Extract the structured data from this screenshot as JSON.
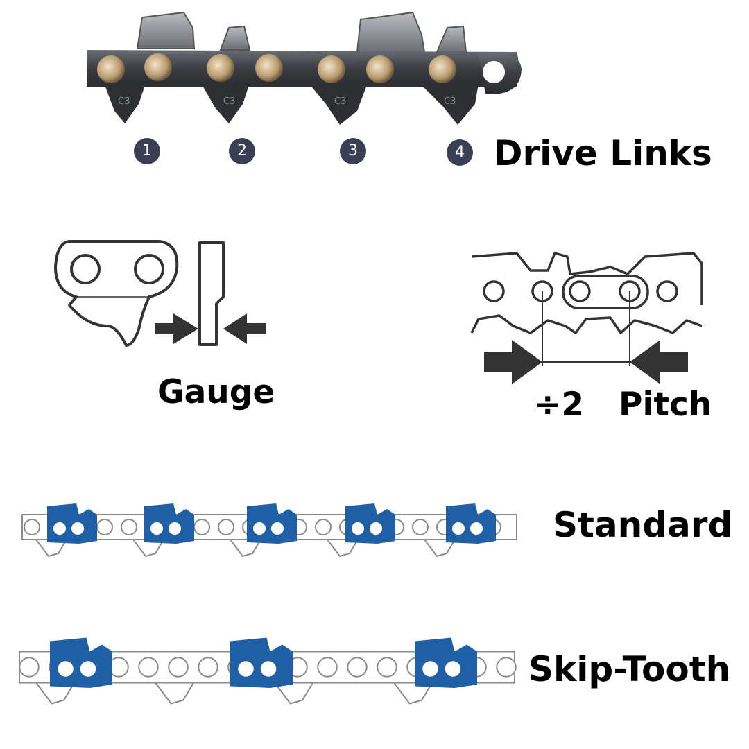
{
  "drive_links": {
    "label": "Drive Links",
    "numbers": [
      "1",
      "2",
      "3",
      "4"
    ],
    "stamp": "C3"
  },
  "gauge": {
    "label": "Gauge"
  },
  "pitch": {
    "label": "Pitch",
    "divide_symbol": "÷",
    "divisor": "2"
  },
  "standard": {
    "label": "Standard"
  },
  "skip_tooth": {
    "label": "Skip-Tooth"
  },
  "colors": {
    "cutter_blue": "#1f5fa6",
    "outline": "#3a3a3a",
    "chain_metal": "#3d3f44",
    "rivet": "#c9b08a",
    "badge": "#3a3f56"
  }
}
